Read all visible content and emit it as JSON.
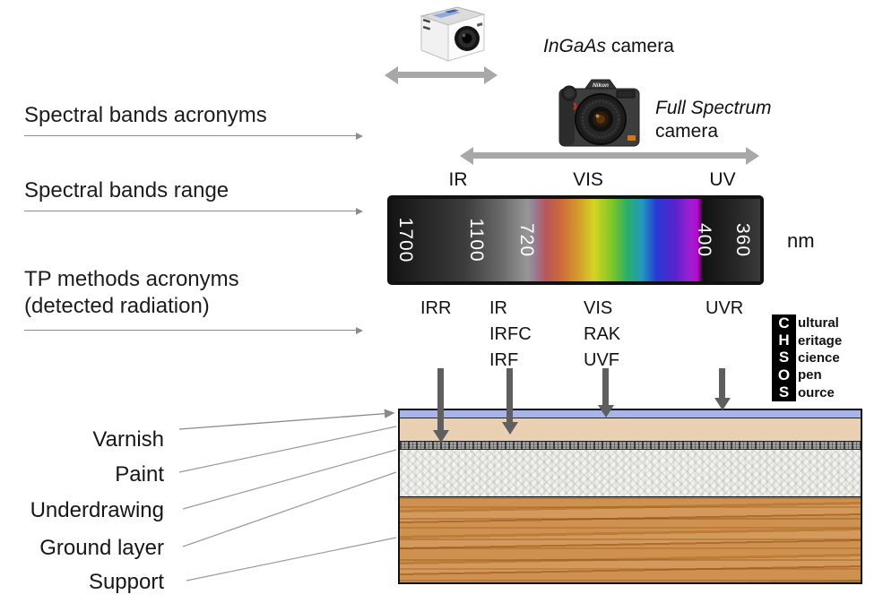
{
  "headings": {
    "spectral_bands_acronyms": "Spectral bands acronyms",
    "spectral_bands_range": "Spectral bands range",
    "tp_methods_line1": "TP methods acronyms",
    "tp_methods_line2": "(detected radiation)"
  },
  "cameras": {
    "ingaas": {
      "name": "InGaAs",
      "suffix": " camera"
    },
    "full_spectrum": {
      "name": "Full Spectrum",
      "suffix": "camera"
    },
    "nikon_brand": "Nikon"
  },
  "bands": {
    "ir": "IR",
    "vis": "VIS",
    "uv": "UV"
  },
  "spectrum_bar": {
    "ticks": [
      "1700",
      "1100",
      "720",
      "400",
      "360"
    ],
    "unit": "nm"
  },
  "tp_methods": {
    "columns": [
      {
        "items": [
          "IRR"
        ]
      },
      {
        "items": [
          "IR",
          "IRFC",
          "IRF"
        ]
      },
      {
        "items": [
          "VIS",
          "RAK",
          "UVF"
        ]
      },
      {
        "items": [
          "UVR"
        ]
      }
    ]
  },
  "logo": {
    "rows": [
      {
        "letter": "C",
        "word": "ultural"
      },
      {
        "letter": "H",
        "word": "eritage"
      },
      {
        "letter": "S",
        "word": "cience"
      },
      {
        "letter": "O",
        "word": "pen"
      },
      {
        "letter": "S",
        "word": "ource"
      }
    ]
  },
  "layers": {
    "labels": [
      "Varnish",
      "Paint",
      "Underdrawing",
      "Ground layer",
      "Support"
    ]
  },
  "colors": {
    "varnish": "#a9b5e9",
    "paint": "#ead0b3",
    "gray_arrow": "#a8a8a8",
    "dark_arrow": "#5f5f5f",
    "spectrum_red_end": "#b8565a",
    "spectrum_violet_end": "#b60ace"
  }
}
